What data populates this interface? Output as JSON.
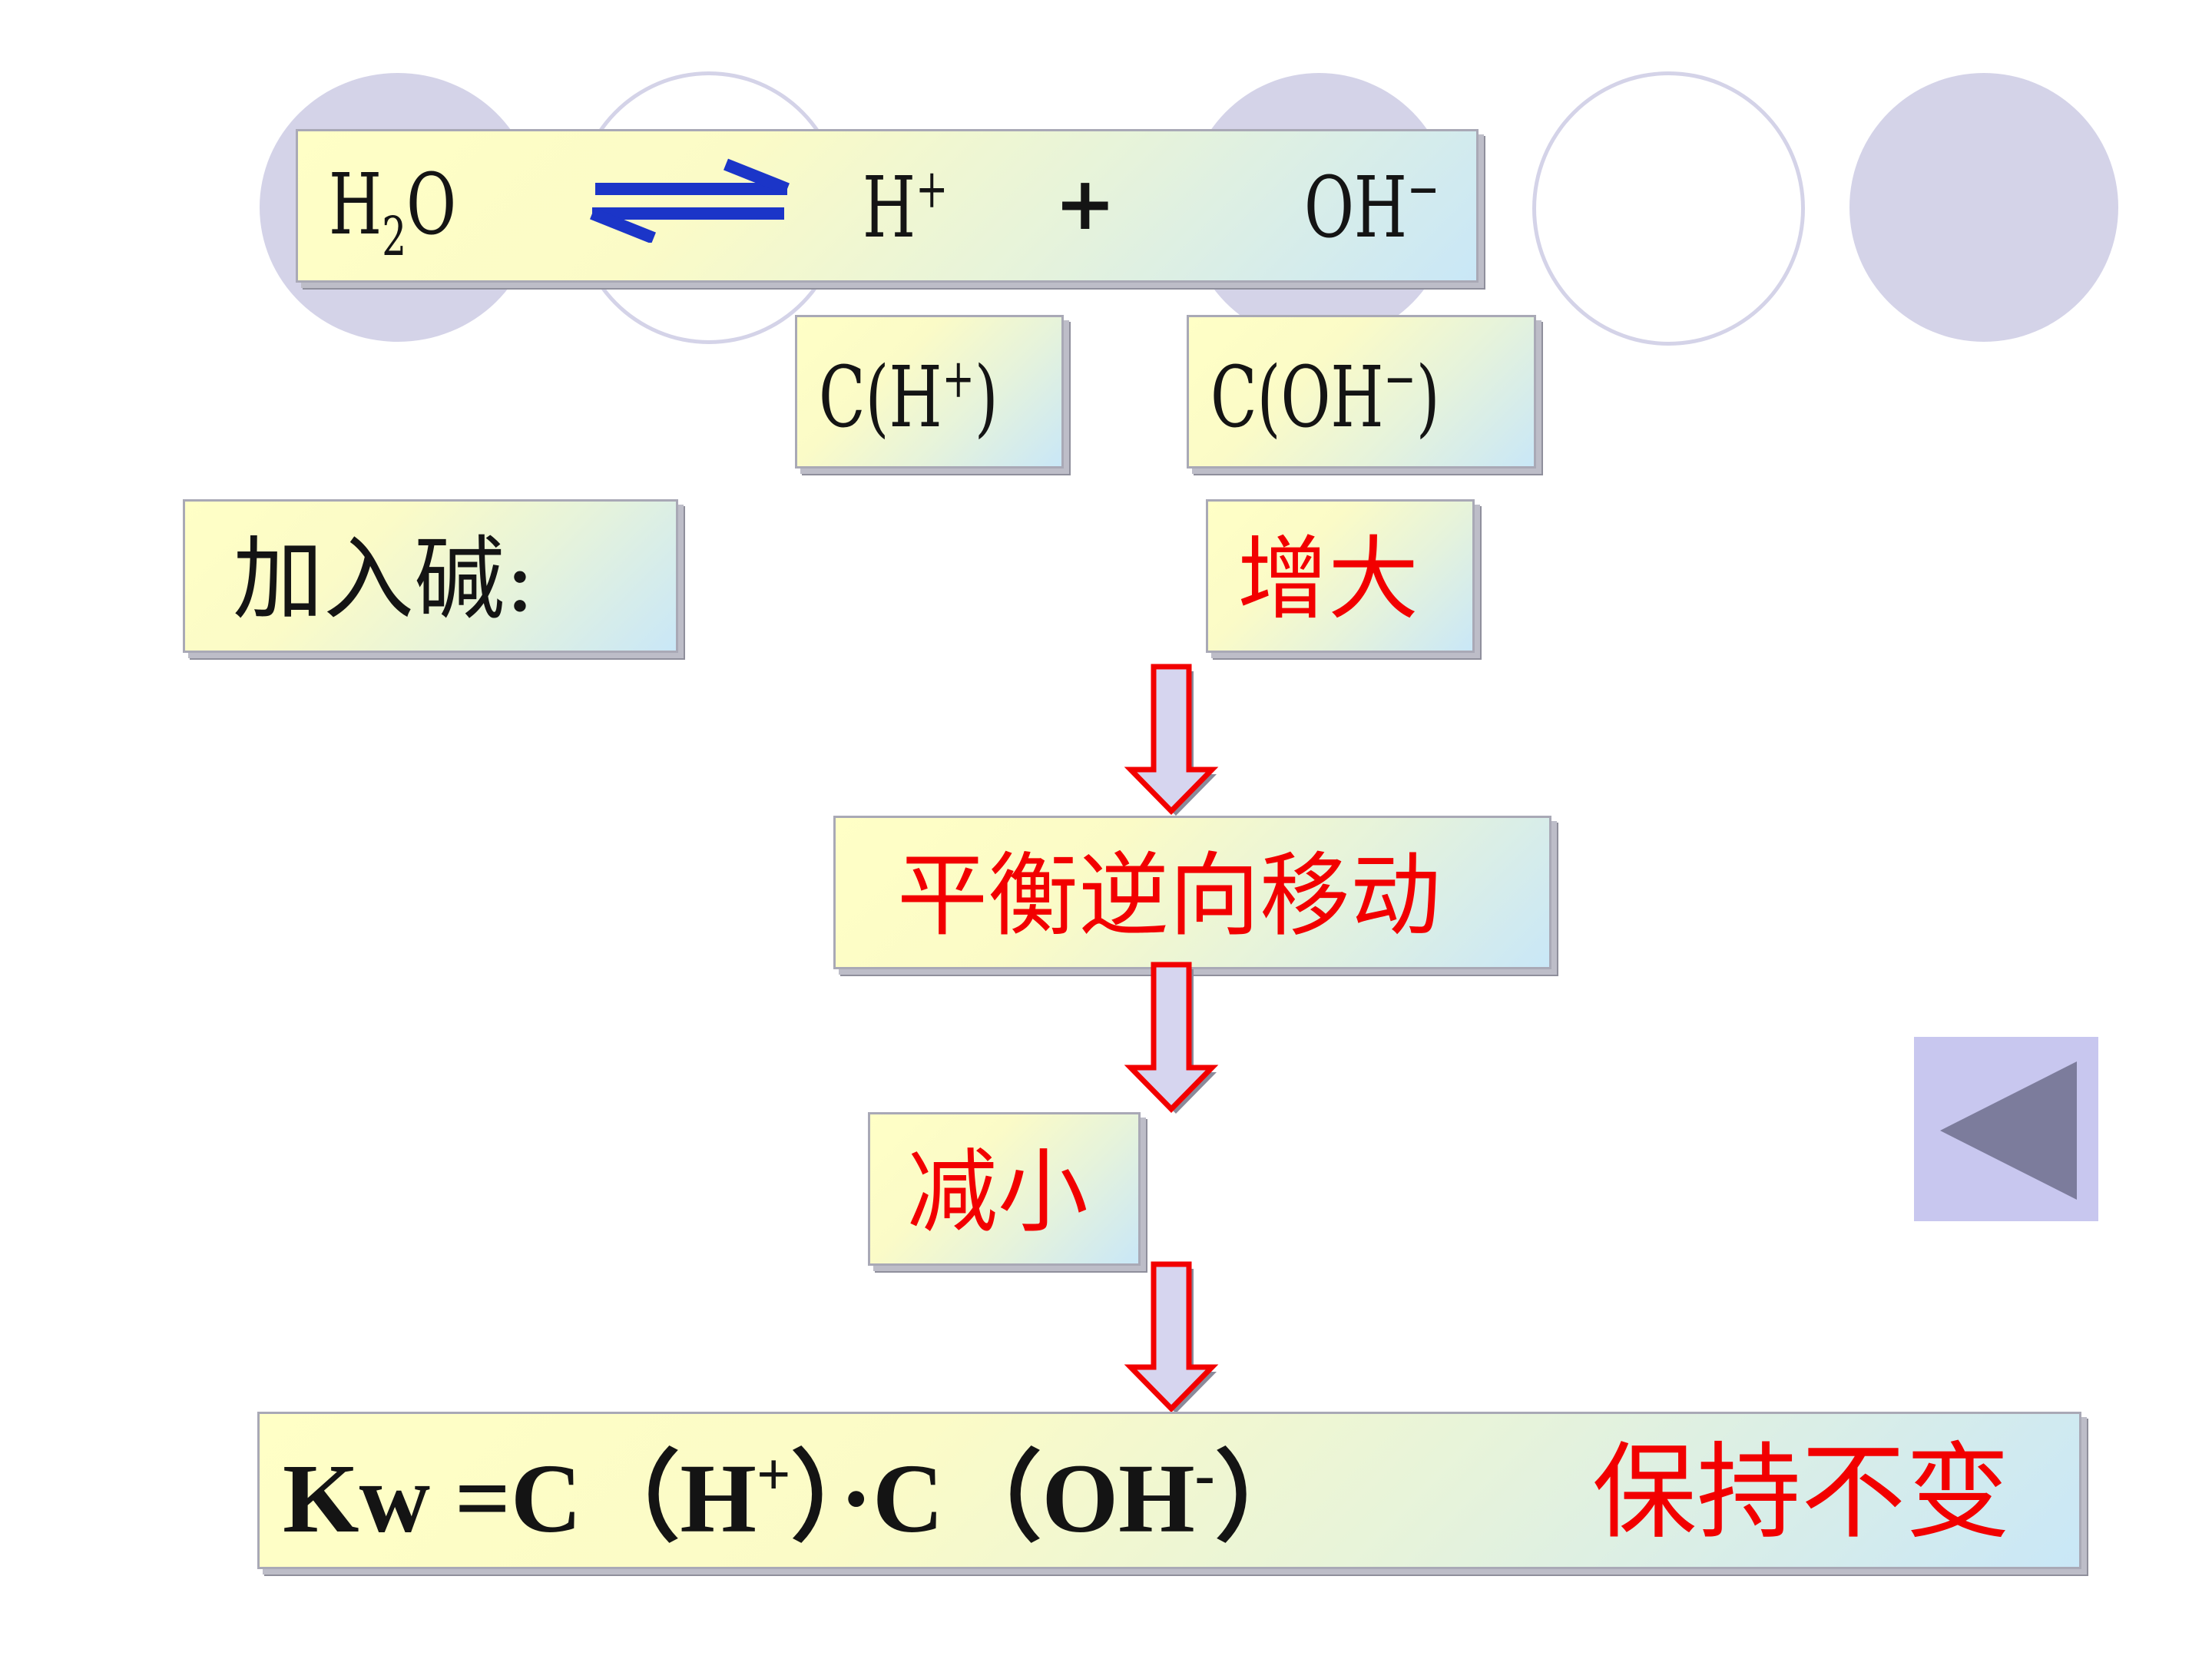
{
  "equation": {
    "reactant": "H",
    "reactant_sub": "2",
    "reactant_tail": "O",
    "product1": "H",
    "product1_sup": "+",
    "plus": "+",
    "product2": "OH",
    "product2_sup": "−"
  },
  "conc_h": {
    "prefix": "C(H",
    "sup": "+",
    "suffix": ")"
  },
  "conc_oh": {
    "prefix": "C(OH",
    "sup": "−",
    "suffix": ")"
  },
  "add_base_label": "加入碱:",
  "increase_label": "增大",
  "shift_label": "平衡逆向移动",
  "decrease_label": "减小",
  "kw": {
    "part1": "Kw =C（",
    "h": "H",
    "h_sup": "+",
    "part2": "）·C（",
    "oh": "OH",
    "oh_sup": "-",
    "part3": "）",
    "constant_label": "保持不变"
  },
  "colors": {
    "highlight_red": "#f20000",
    "equilibrium_arrow": "#1b35c8",
    "back_button_bg": "#c8c7ef",
    "back_button_icon": "#7c7c9c"
  },
  "icons": {
    "equilibrium": "reversible-arrow-icon",
    "flow": "down-arrow-icon",
    "back": "triangle-left-icon"
  }
}
